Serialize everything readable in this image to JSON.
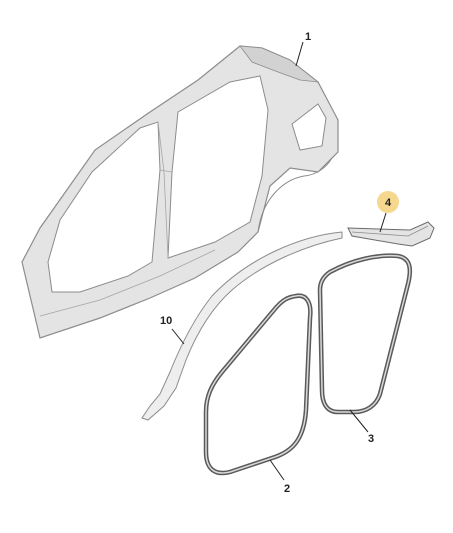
{
  "diagram": {
    "callouts": [
      {
        "id": "1",
        "label": "1",
        "highlighted": false
      },
      {
        "id": "2",
        "label": "2",
        "highlighted": false
      },
      {
        "id": "3",
        "label": "3",
        "highlighted": false
      },
      {
        "id": "4",
        "label": "4",
        "highlighted": true
      },
      {
        "id": "10",
        "label": "10",
        "highlighted": false
      }
    ],
    "parts": [
      {
        "callout": "1",
        "kind": "body-side-panel"
      },
      {
        "callout": "2",
        "kind": "front-door-seal"
      },
      {
        "callout": "3",
        "kind": "rear-door-seal"
      },
      {
        "callout": "4",
        "kind": "roof-rail-trim"
      },
      {
        "callout": "10",
        "kind": "a-pillar-trim-strip"
      }
    ],
    "colors": {
      "panel_fill": "#e4e4e4",
      "panel_stroke": "#8c8c8c",
      "seal_stroke": "#5a5a5a",
      "seal_inner": "#d9d9d9",
      "highlight": "#f5d78e",
      "text": "#222222"
    }
  }
}
